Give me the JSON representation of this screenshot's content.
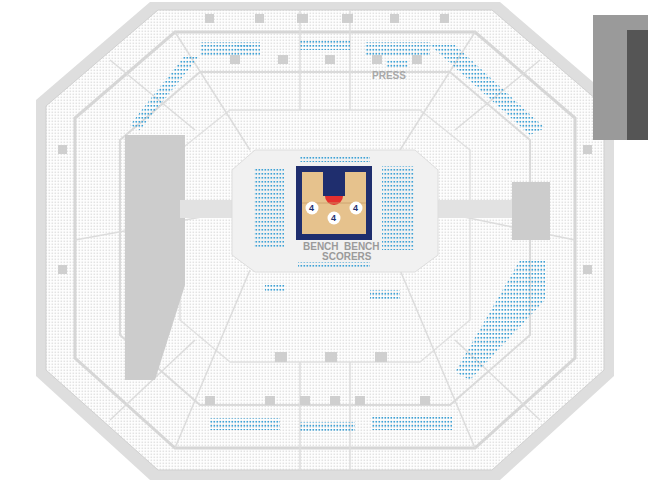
{
  "diagram": {
    "labels": [
      "PRESS",
      "4",
      "4",
      "4",
      "BENCH",
      "BENCH",
      "SCORERS"
    ]
  }
}
